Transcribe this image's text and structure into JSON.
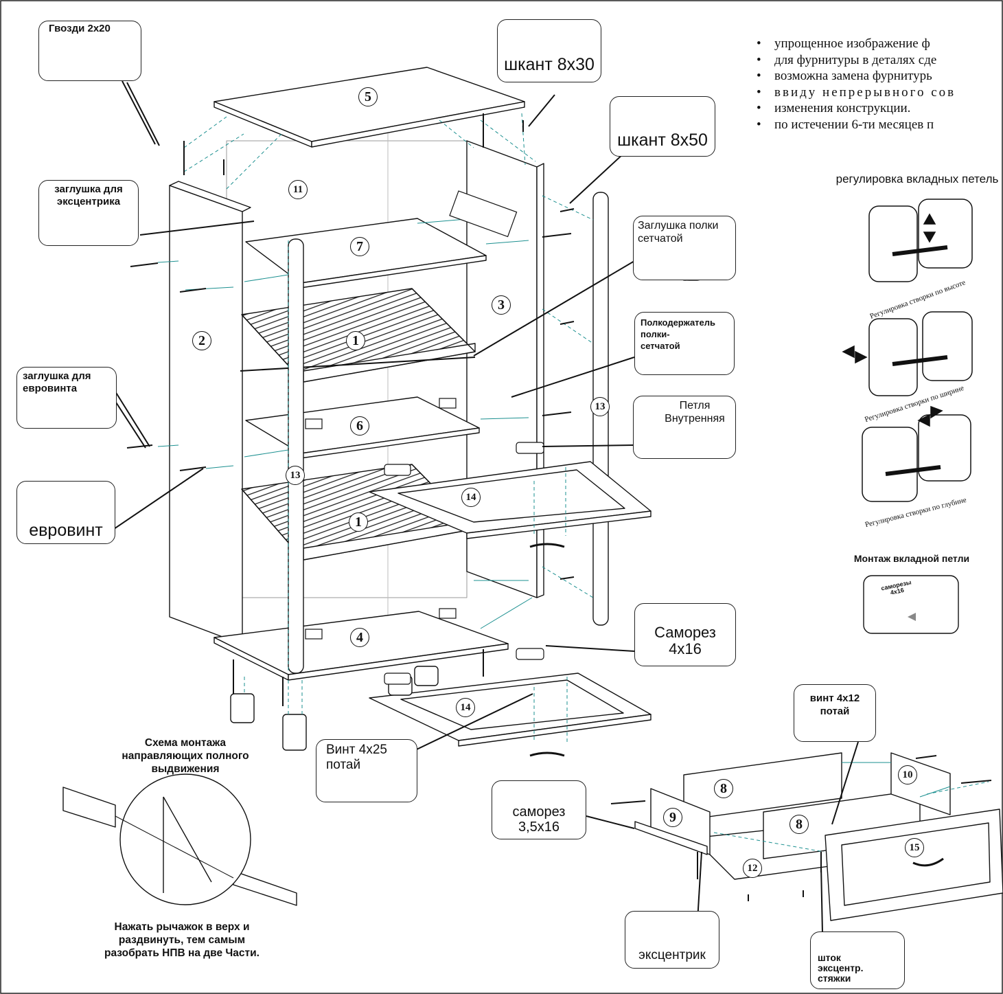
{
  "notes": [
    "упрощенное изображение ф",
    "для фурнитуры в деталях сде",
    "возможна замена фурнитурь",
    "ввиду непрерывного сов",
    "изменения конструкции.",
    "по истечении 6-ти месяцев п"
  ],
  "hinge_adjust": {
    "title": "регулировка вкладных петель",
    "height_label": "Регулировка створки по высоте",
    "width_label": "Регулировка створки по ширине",
    "depth_label": "Регулировка створки по глубине"
  },
  "hinge_mount": {
    "title": "Монтаж вкладной петли",
    "screws_label": "саморезы 4x16"
  },
  "callouts": {
    "nails": "Гвозди 2х20",
    "dowel30": "шкант 8х30",
    "dowel50": "шкант 8х50",
    "eccentric_cap": "заглушка для эксцентрика",
    "eurovint_cap": "заглушка для евровинта",
    "eurovint": "евровинт",
    "mesh_cap": "Заглушка полки сетчатой",
    "mesh_holder": "Полкодержатель полки-сетчатой",
    "hinge_inner": "Петля Внутренняя",
    "screw4x16": "Саморез 4х16",
    "screw4x25": "Винт 4х25 потай",
    "screw35x16": "саморез 3,5х16",
    "screw4x12": "винт 4х12 потай",
    "eccentric": "эксцентрик",
    "rod": "шток эксцентр. стяжки"
  },
  "rail_caption": {
    "title": "Схема монтажа направляющих полного выдвижения",
    "note": "Нажать рычажок в верх и раздвинуть, тем самым разобрать НПВ на две Части."
  },
  "parts": {
    "p1a": "1",
    "p1b": "1",
    "p2": "2",
    "p3": "3",
    "p4": "4",
    "p5": "5",
    "p6": "6",
    "p7": "7",
    "p8a": "8",
    "p8b": "8",
    "p9": "9",
    "p10": "10",
    "p11": "11",
    "p12": "12",
    "p13a": "13",
    "p13b": "13",
    "p14a": "14",
    "p14b": "14",
    "p15": "15"
  }
}
